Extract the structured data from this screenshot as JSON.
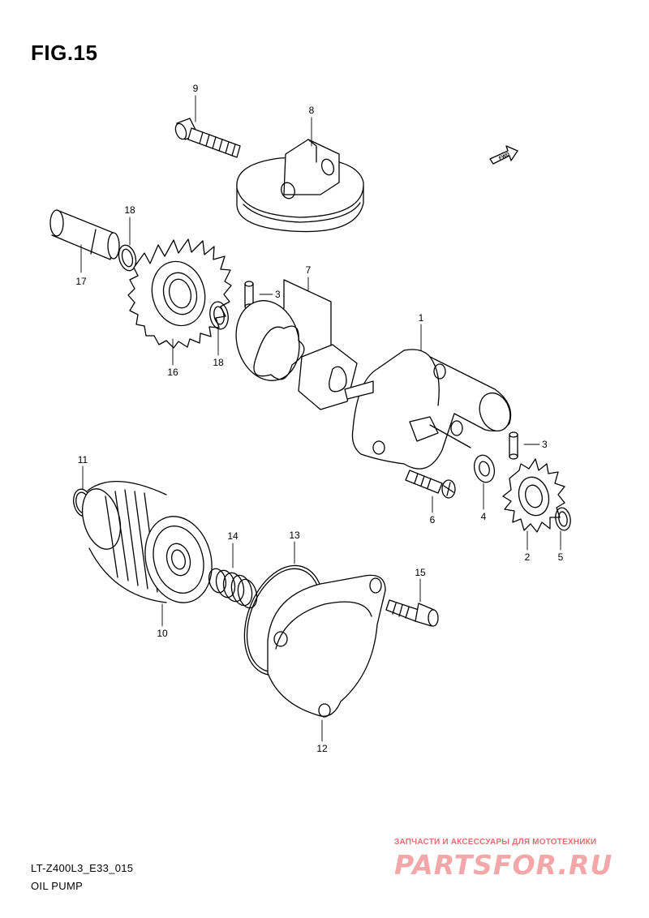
{
  "figure": {
    "title": "FIG.15",
    "model_code": "LT-Z400L3_E33_015",
    "assembly_name": "OIL PUMP",
    "fwd_label": "FWD"
  },
  "parts": [
    {
      "ref": "1"
    },
    {
      "ref": "2"
    },
    {
      "ref": "3"
    },
    {
      "ref": "3"
    },
    {
      "ref": "4"
    },
    {
      "ref": "5"
    },
    {
      "ref": "6"
    },
    {
      "ref": "7"
    },
    {
      "ref": "8"
    },
    {
      "ref": "9"
    },
    {
      "ref": "10"
    },
    {
      "ref": "11"
    },
    {
      "ref": "12"
    },
    {
      "ref": "13"
    },
    {
      "ref": "14"
    },
    {
      "ref": "15"
    },
    {
      "ref": "16"
    },
    {
      "ref": "17"
    },
    {
      "ref": "18"
    },
    {
      "ref": "18"
    }
  ],
  "watermark": {
    "tagline": "ЗАПЧАСТИ И АКСЕССУАРЫ ДЛЯ МОТОТЕХНИКИ",
    "brand": "PARTSFOR.RU"
  },
  "colors": {
    "line": "#000000",
    "background": "#ffffff",
    "watermark_text": "#e46f72",
    "watermark_brand": "#f3a7a9"
  }
}
